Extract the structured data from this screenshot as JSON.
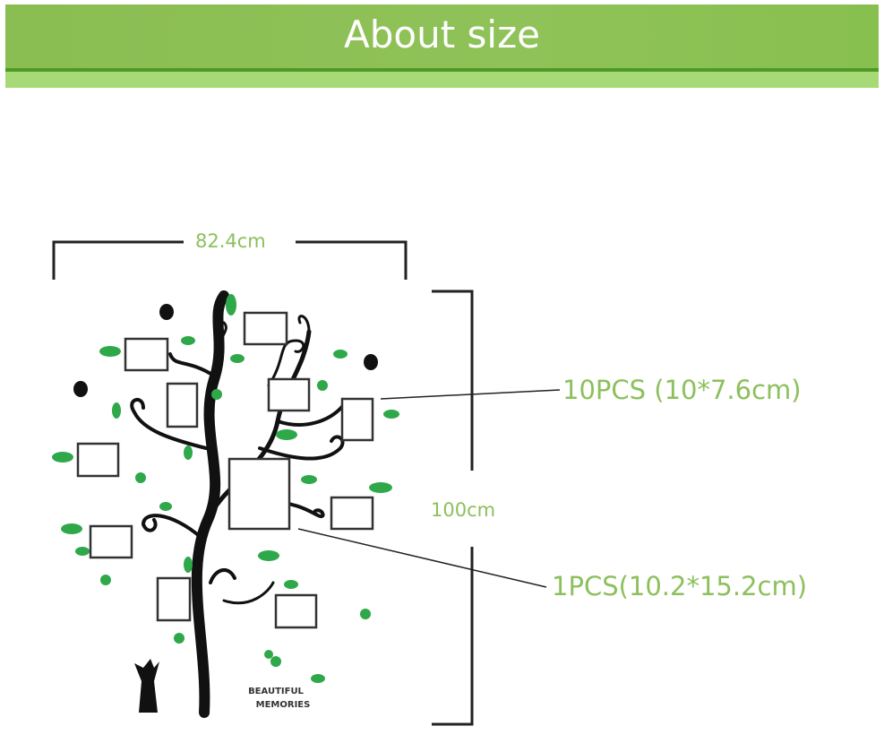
{
  "header": {
    "title": "About size"
  },
  "dimensions": {
    "width": "82.4cm",
    "height": "100cm",
    "small_frames": "10PCS (10*7.6cm)",
    "large_frame": "1PCS(10.2*15.2cm)"
  },
  "decal": {
    "caption_line1": "BEAUTIFUL",
    "caption_line2": "MEMORIES"
  },
  "colors": {
    "banner": "#8abd52",
    "label": "#8cc05c",
    "leaf": "#2fa84a"
  }
}
